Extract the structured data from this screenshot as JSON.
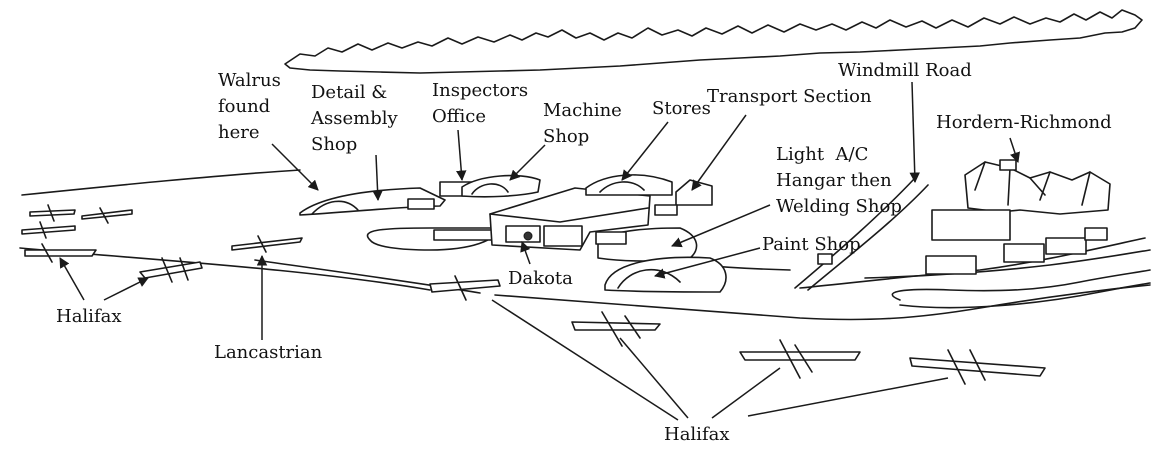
{
  "labels": {
    "walrus": [
      "Walrus",
      "found",
      "here"
    ],
    "detail": [
      "Detail &",
      "Assembly",
      "Shop"
    ],
    "inspectors": [
      "Inspectors",
      "Office"
    ],
    "machine": [
      "Machine",
      "Shop"
    ],
    "stores": "Stores",
    "transport": "Transport Section",
    "windmill": "Windmill Road",
    "hordern": "Hordern-Richmond",
    "light": [
      "Light  A/C",
      "Hangar then",
      "Welding Shop"
    ],
    "paint": "Paint Shop",
    "dakota": "Dakota",
    "halifax_left": "Halifax",
    "lancastrian": "Lancastrian",
    "halifax_bottom": "Halifax"
  }
}
